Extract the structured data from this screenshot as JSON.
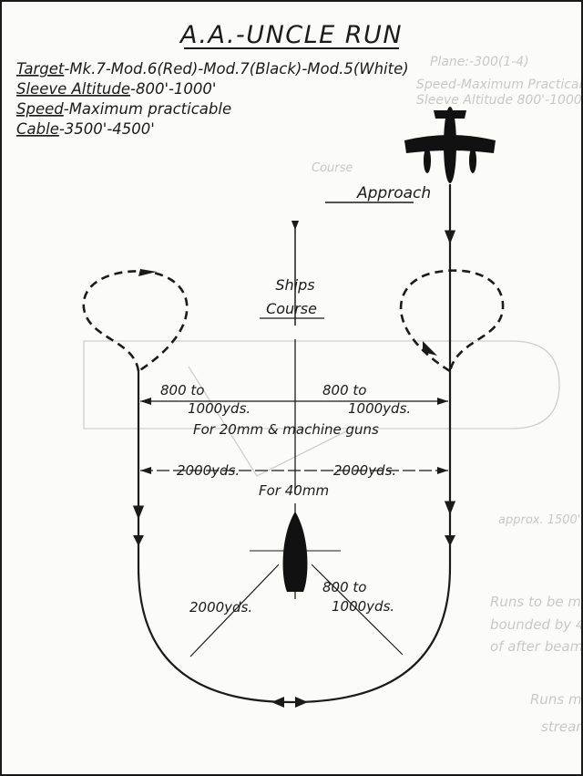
{
  "title": "A.A.-UNCLE RUN",
  "specs": [
    {
      "key": "Target",
      "value": "-Mk.7-Mod.6(Red)-Mod.7(Black)-Mod.5(White)"
    },
    {
      "key": "Sleeve Altitude",
      "value": "-800'-1000'"
    },
    {
      "key": "Speed",
      "value": "-Maximum practicable"
    },
    {
      "key": "Cable",
      "value": "-3500'-4500'"
    }
  ],
  "labels": {
    "approach": "Approach",
    "ships_course_1": "Ships",
    "ships_course_2": "Course",
    "left_800_1": "800 to",
    "left_800_2": "1000yds.",
    "right_800_1": "800 to",
    "right_800_2": "1000yds.",
    "for_20mm": "For 20mm & machine guns",
    "left_2000": "2000yds.",
    "right_2000": "2000yds.",
    "for_40mm": "For 40mm",
    "arc_2000": "2000yds.",
    "arc_800_1": "800 to",
    "arc_800_2": "1000yds."
  },
  "icons": {
    "plane": "airplane-silhouette-icon",
    "ship": "ship-silhouette-icon"
  },
  "colors": {
    "ink": "#1b1b1b",
    "paper": "#fbfbf9",
    "bleed": "#c9c9c4"
  }
}
